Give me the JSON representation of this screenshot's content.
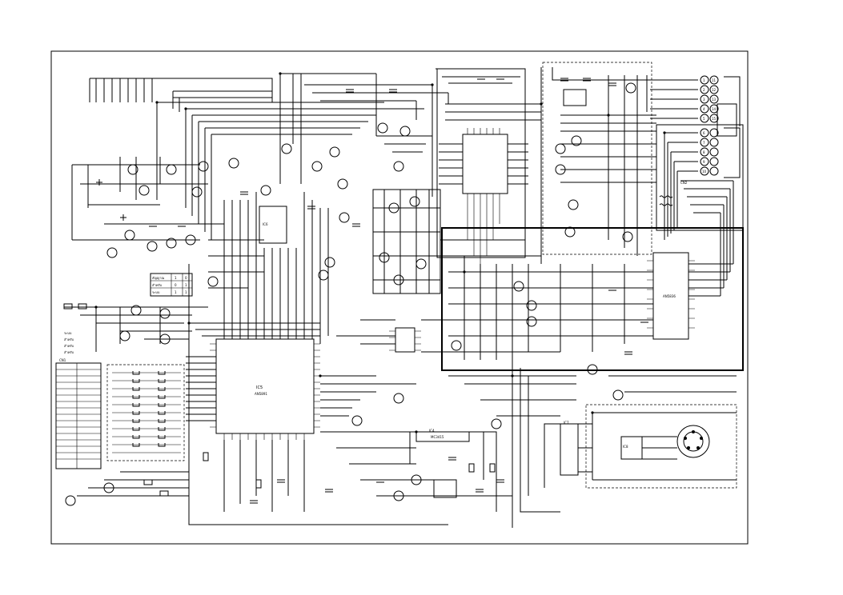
{
  "labels": {
    "opt_title": "ระบบ",
    "opt_line1": "สำหรับ",
    "opt_line2": "สำหรับ",
    "opt_line3": "สำหรับ",
    "main_ic": "IC5",
    "main_ic_part": "AN5891",
    "decoder_ic": "IC6",
    "decoder_part": "AN5836",
    "pwr_ic": "IC4",
    "pwr_ic_part": "MC3415",
    "ic7": "IC7",
    "ic8": "IC8",
    "conn_left": "CN1",
    "conn_right": "CN2"
  },
  "table": {
    "rows": [
      [
        "สัญญาณ",
        "1",
        "0"
      ],
      [
        "สำหรับ",
        "0",
        "1"
      ],
      [
        "ระบบ",
        "1",
        "1"
      ]
    ]
  },
  "connector_pins": [
    "1",
    "2",
    "3",
    "4",
    "5",
    "6",
    "7",
    "8",
    "9",
    "10",
    "11",
    "12",
    "13",
    "14",
    "15"
  ]
}
